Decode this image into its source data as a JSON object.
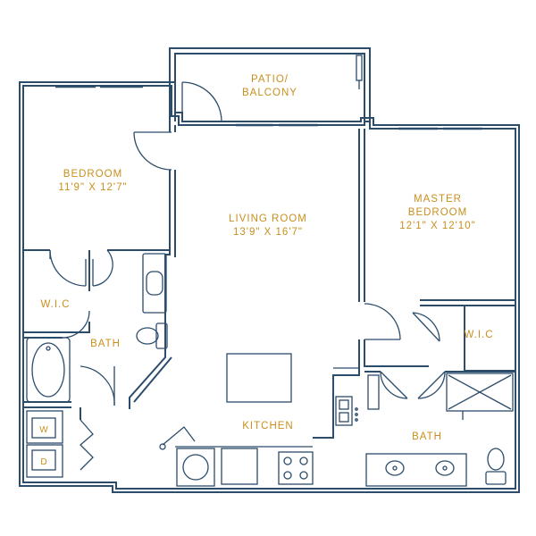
{
  "rooms": {
    "patio": {
      "line1": "PATIO/",
      "line2": "BALCONY"
    },
    "bedroom": {
      "name": "BEDROOM",
      "size": "11'9\" X 12'7\""
    },
    "living_room": {
      "name": "LIVING ROOM",
      "size": "13'9\" X 16'7\""
    },
    "master_bedroom": {
      "name1": "MASTER",
      "name2": "BEDROOM",
      "size": "12'1\" X 12'10\""
    },
    "wic_left": {
      "name": "W.I.C"
    },
    "wic_right": {
      "name": "W.I.C"
    },
    "bath_left": {
      "name": "BATH"
    },
    "bath_right": {
      "name": "BATH"
    },
    "kitchen": {
      "name": "KITCHEN"
    }
  },
  "appliances": {
    "washer": "W",
    "dryer": "D"
  },
  "colors": {
    "line": "#2b4c6b",
    "label": "#c98f1e",
    "background": "#ffffff"
  }
}
